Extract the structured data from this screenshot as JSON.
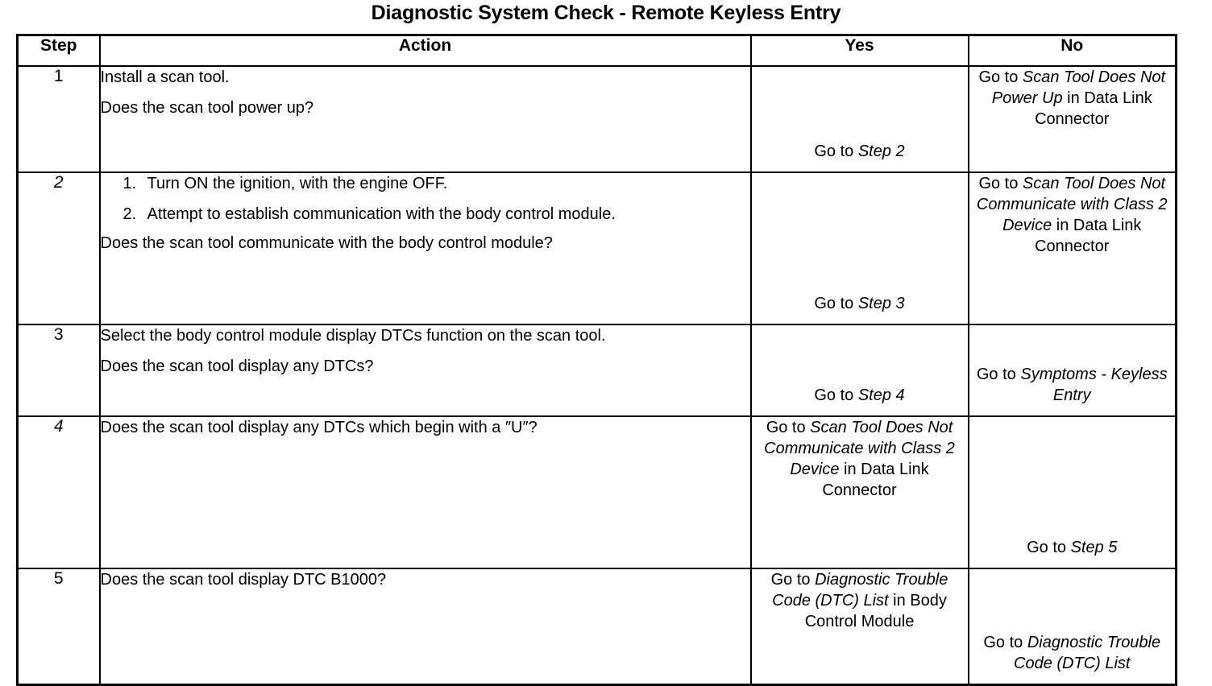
{
  "document": {
    "title": "Diagnostic System Check - Remote Keyless Entry"
  },
  "table": {
    "headers": {
      "step": "Step",
      "action": "Action",
      "yes": "Yes",
      "no": "No"
    },
    "rows": [
      {
        "step": "1",
        "step_italic": false,
        "action_lines": [
          "Install a scan tool.",
          "Does the scan tool power up?"
        ],
        "yes": {
          "align": "bottom",
          "parts": [
            {
              "text": "Go to ",
              "italic": false
            },
            {
              "text": "Step 2",
              "italic": true
            }
          ]
        },
        "no": {
          "align": "top",
          "parts": [
            {
              "text": "Go to ",
              "italic": false
            },
            {
              "text": "Scan Tool Does Not Power Up",
              "italic": true
            },
            {
              "text": " in Data Link Connector",
              "italic": false
            }
          ]
        }
      },
      {
        "step": "2",
        "step_italic": true,
        "numbered_items": [
          "Turn ON the ignition, with the engine OFF.",
          "Attempt to establish communication with the body control module."
        ],
        "action_lines": [
          "Does the scan tool communicate with the body control module?"
        ],
        "yes": {
          "align": "bottom",
          "parts": [
            {
              "text": "Go to ",
              "italic": false
            },
            {
              "text": "Step 3",
              "italic": true
            }
          ]
        },
        "no": {
          "align": "top",
          "parts": [
            {
              "text": "Go to ",
              "italic": false
            },
            {
              "text": "Scan Tool Does Not Communicate with Class 2 Device",
              "italic": true
            },
            {
              "text": " in Data Link Connector",
              "italic": false
            }
          ]
        }
      },
      {
        "step": "3",
        "step_italic": false,
        "action_lines": [
          "Select the body control module display DTCs function on the scan tool.",
          "Does the scan tool display any DTCs?"
        ],
        "yes": {
          "align": "bottom",
          "parts": [
            {
              "text": "Go to ",
              "italic": false
            },
            {
              "text": "Step 4",
              "italic": true
            }
          ]
        },
        "no": {
          "align": "bottom",
          "parts": [
            {
              "text": "Go to ",
              "italic": false
            },
            {
              "text": "Symptoms - Keyless Entry",
              "italic": true
            }
          ]
        }
      },
      {
        "step": "4",
        "step_italic": true,
        "action_lines": [
          "Does the scan tool display any DTCs which begin with a ″U″?"
        ],
        "yes": {
          "align": "top",
          "parts": [
            {
              "text": "Go to ",
              "italic": false
            },
            {
              "text": "Scan Tool Does Not Communicate with Class 2 Device",
              "italic": true
            },
            {
              "text": " in Data Link Connector",
              "italic": false
            }
          ]
        },
        "no": {
          "align": "bottom",
          "parts": [
            {
              "text": "Go to ",
              "italic": false
            },
            {
              "text": "Step 5",
              "italic": true
            }
          ]
        }
      },
      {
        "step": "5",
        "step_italic": false,
        "action_lines": [
          "Does the scan tool display DTC B1000?"
        ],
        "yes": {
          "align": "top",
          "parts": [
            {
              "text": "Go to ",
              "italic": false
            },
            {
              "text": "Diagnostic Trouble Code (DTC) List",
              "italic": true
            },
            {
              "text": " in Body Control Module",
              "italic": false
            }
          ]
        },
        "no": {
          "align": "bottom",
          "parts": [
            {
              "text": "Go to ",
              "italic": false
            },
            {
              "text": "Diagnostic Trouble Code (DTC) List",
              "italic": true
            }
          ]
        }
      }
    ]
  }
}
